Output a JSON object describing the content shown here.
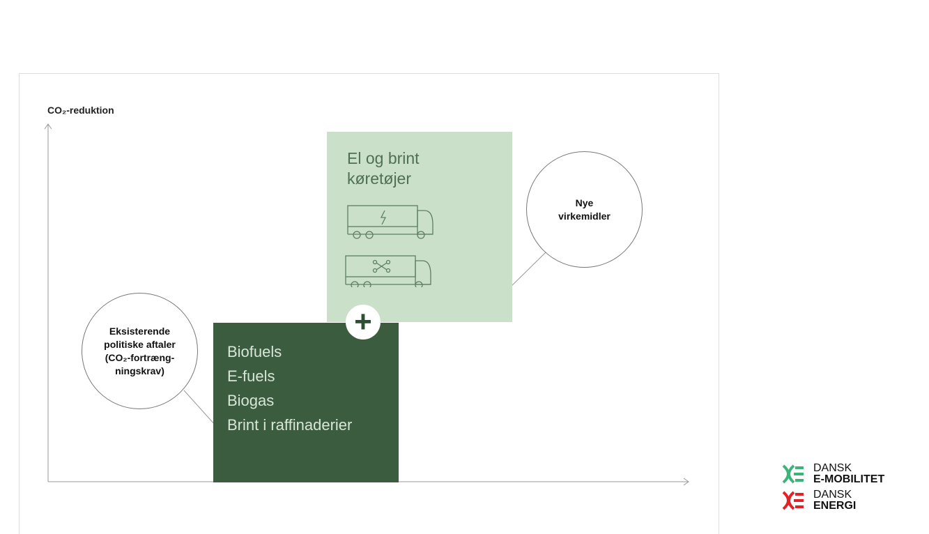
{
  "axis": {
    "y_label": "CO₂-reduktion"
  },
  "new_measures": {
    "title_line1": "El og brint",
    "title_line2": "køretøjer",
    "callout_line1": "Nye",
    "callout_line2": "virkemidler",
    "icons": [
      "electric-truck-icon",
      "hydrogen-truck-icon"
    ]
  },
  "existing": {
    "items": [
      "Biofuels",
      "E-fuels",
      "Biogas",
      "Brint i raffinaderier"
    ],
    "callout_lines": [
      "Eksisterende",
      "politiske aftaler",
      "(CO₂-fortræng-",
      "ningskrav)"
    ]
  },
  "plus_symbol": "+",
  "logos": [
    {
      "line1": "DANSK",
      "line2": "E-MOBILITET",
      "color": "#3bb37a"
    },
    {
      "line1": "DANSK",
      "line2": "ENERGI",
      "color": "#e32228"
    }
  ]
}
